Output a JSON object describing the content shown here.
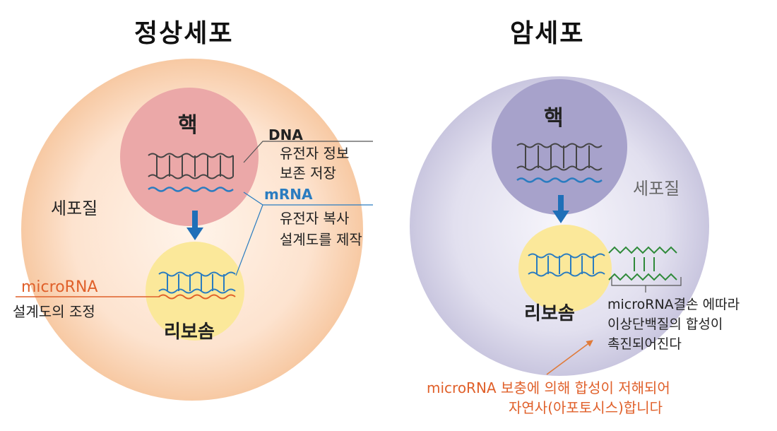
{
  "normal_cell": {
    "title": "정상세포",
    "nucleus": "핵",
    "cytoplasm": "세포질",
    "ribosome": "리보솜",
    "dna_label": "DNA",
    "dna_desc_line1": "유전자 정보",
    "dna_desc_line2": "보존 저장",
    "mrna_label": "mRNA",
    "mrna_desc_line1": "유전자 복사",
    "mrna_desc_line2": "설계도를 제작",
    "microrna_label": "microRNA",
    "microrna_desc": "설계도의 조정"
  },
  "cancer_cell": {
    "title": "암세포",
    "nucleus": "핵",
    "cytoplasm": "세포질",
    "ribosome": "리보솜",
    "abnormal_line1": "microRNA결손 에따라",
    "abnormal_line2": "이상단백질의 합성이",
    "abnormal_line3": "촉진되어진다",
    "supplement_line1": "microRNA 보충에 의해 합성이 저해되어",
    "supplement_line2": "자연사(아포토시스)합니다"
  },
  "colors": {
    "normal_cell_bg": "#fbd9bf",
    "normal_nucleus": "#eba8a8",
    "ribosome": "#fbe89a",
    "cancer_cell_bg": "#dcdaea",
    "cancer_nucleus": "#a7a2cb",
    "mrna_blue": "#2a7cc0",
    "microrna_orange": "#e0602a",
    "abnormal_green": "#2f8a3a"
  }
}
